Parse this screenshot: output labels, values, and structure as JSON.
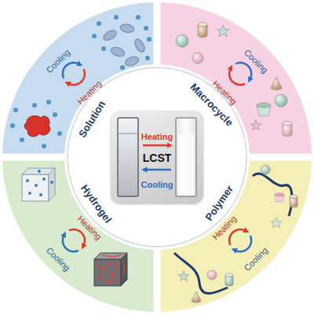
{
  "diagram": {
    "nodes": [
      {
        "text": [
          "Solution",
          "Cooling",
          "Heating"
        ]
      },
      {
        "text": [
          "Macrocycle",
          "Cooling",
          "Heating"
        ]
      },
      {
        "text": [
          "Heating",
          "LCST",
          "Cooling"
        ]
      },
      {
        "text": [
          "Hydrogel",
          "Heating",
          "Cooling"
        ]
      },
      {
        "text": [
          "Polymer",
          "Heating",
          "Cooling"
        ]
      }
    ]
  }
}
